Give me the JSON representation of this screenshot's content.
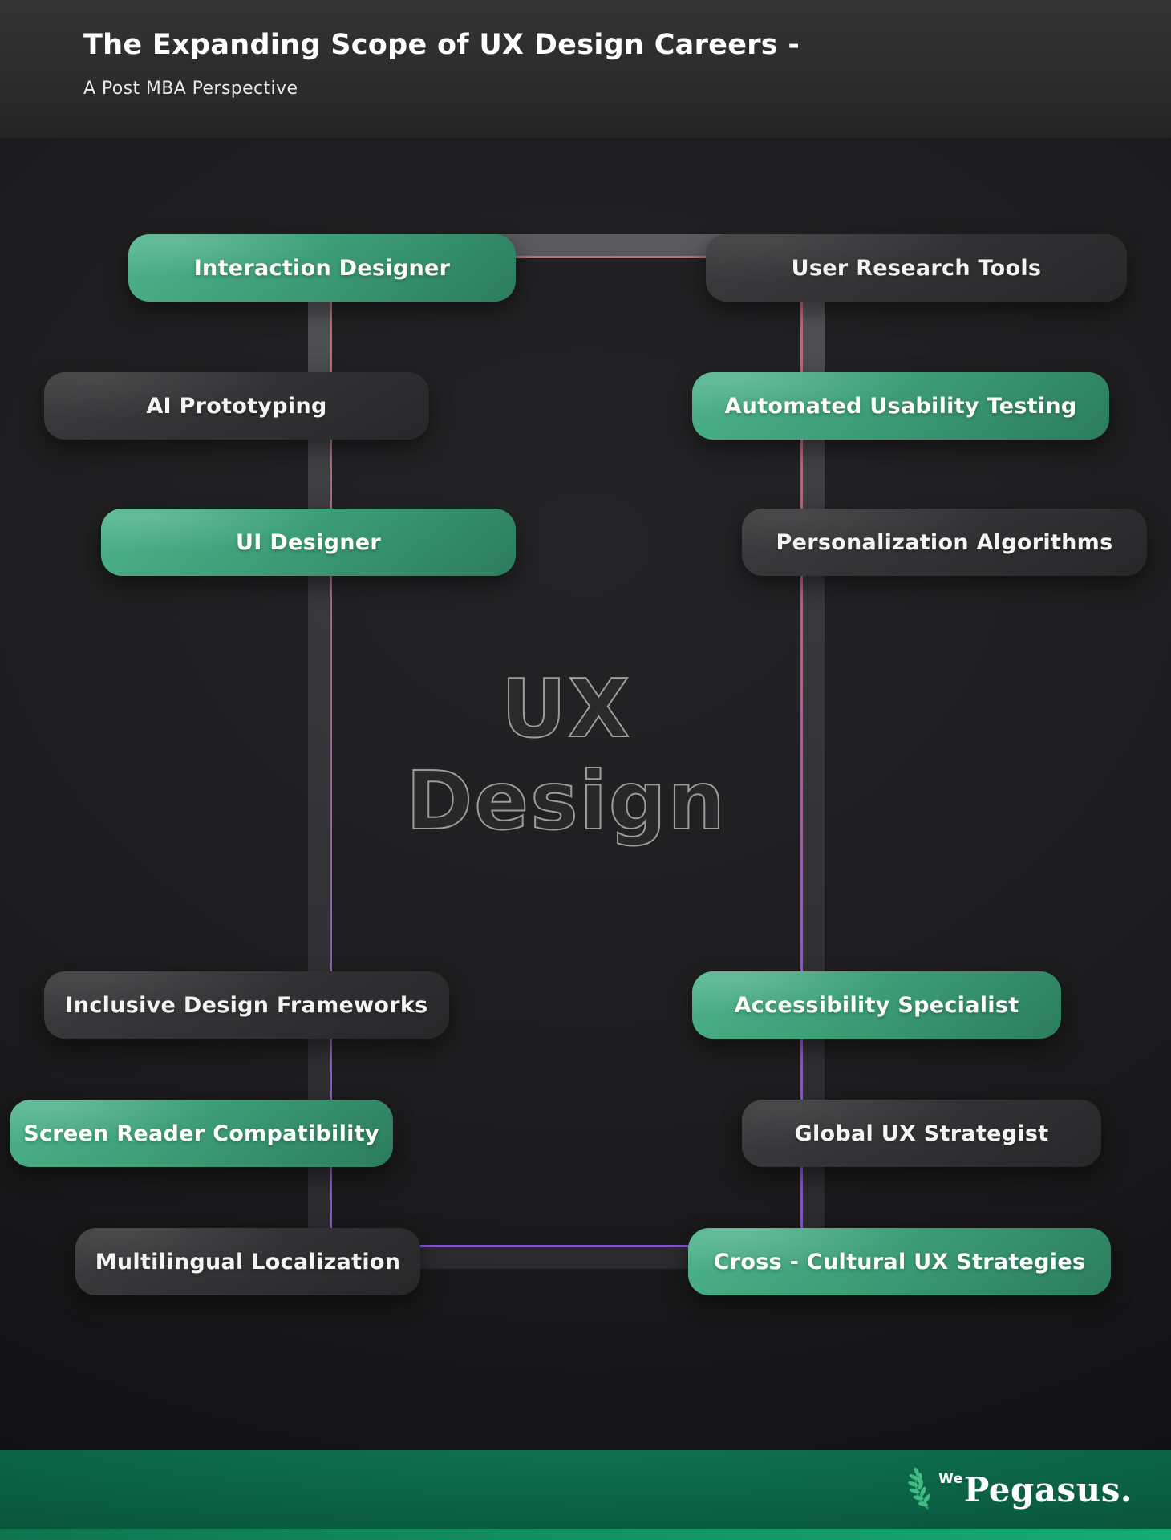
{
  "header": {
    "title": "The Expanding Scope of UX Design Careers -",
    "subtitle": "A Post MBA Perspective"
  },
  "center_watermark": {
    "line1": "UX",
    "line2": "Design"
  },
  "pills": [
    {
      "label": "Interaction Designer",
      "variant": "green",
      "column": "left"
    },
    {
      "label": "User Research Tools",
      "variant": "dark",
      "column": "right"
    },
    {
      "label": "AI Prototyping",
      "variant": "dark",
      "column": "left"
    },
    {
      "label": "Automated Usability Testing",
      "variant": "green",
      "column": "right"
    },
    {
      "label": "UI Designer",
      "variant": "green",
      "column": "left"
    },
    {
      "label": "Personalization Algorithms",
      "variant": "dark",
      "column": "right"
    },
    {
      "label": "Inclusive Design Frameworks",
      "variant": "dark",
      "column": "left"
    },
    {
      "label": "Accessibility Specialist",
      "variant": "green",
      "column": "right"
    },
    {
      "label": "Screen Reader Compatibility",
      "variant": "green",
      "column": "left"
    },
    {
      "label": "Global UX Strategist",
      "variant": "dark",
      "column": "right"
    },
    {
      "label": "Multilingual Localization",
      "variant": "dark",
      "column": "left"
    },
    {
      "label": "Cross - Cultural UX Strategies",
      "variant": "green",
      "column": "right"
    }
  ],
  "footer": {
    "brand_prefix": "We",
    "brand_name": "Pegasus."
  },
  "colors": {
    "green_pill_start": "#4db38b",
    "green_pill_end": "#2b7c5d",
    "dark_pill": "#313134",
    "accent_line_top": "#c96e74",
    "accent_line_bottom": "#8b5ad6",
    "footer_green": "#0b6145",
    "watermark_outline": "#9c9c9c",
    "header_bg": "#2c2c2c"
  }
}
